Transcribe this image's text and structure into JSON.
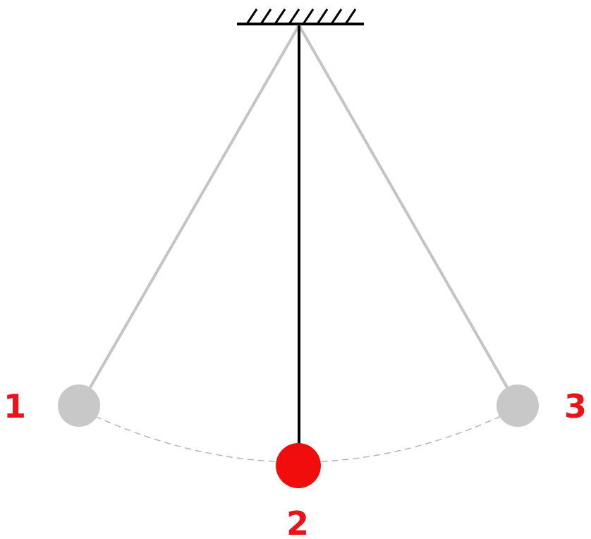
{
  "positions": [
    {
      "label": "1",
      "state": "extreme-left"
    },
    {
      "label": "2",
      "state": "equilibrium"
    },
    {
      "label": "3",
      "state": "extreme-right"
    }
  ],
  "colors": {
    "label": "#e8141a",
    "bob_active": "#f20d0d",
    "bob_inactive": "#c8c8c8",
    "string_active": "#000000",
    "string_inactive": "#c4c4c4",
    "arc_path": "#b4b4b4",
    "ceiling": "#000000"
  }
}
